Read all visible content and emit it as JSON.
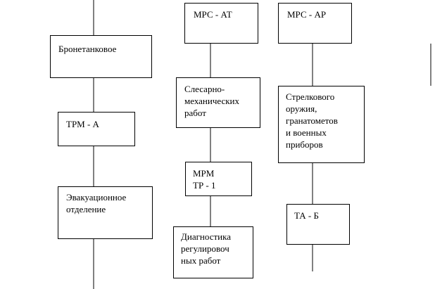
{
  "diagram": {
    "columns": [
      {
        "boxes": [
          {
            "id": "bronetank",
            "label": "Бронетанковое"
          },
          {
            "id": "trm-a",
            "label": "ТРМ - А"
          },
          {
            "id": "evak",
            "label": "Эвакуационное\nотделение"
          }
        ]
      },
      {
        "boxes": [
          {
            "id": "mrs-at",
            "label": "МРС - АТ"
          },
          {
            "id": "slesarno",
            "label": "Слесарно-\nмеханических\nработ"
          },
          {
            "id": "mrm",
            "label": "МРМ\nТР - 1"
          },
          {
            "id": "diagnostika",
            "label": "Диагностика\nрегулировоч\nных работ"
          }
        ]
      },
      {
        "boxes": [
          {
            "id": "mrs-ar",
            "label": "МРС - АР"
          },
          {
            "id": "strelk",
            "label": "Стрелкового\nоружия,\nгранатометов\nи военных\nприборов"
          },
          {
            "id": "ta-b",
            "label": "ТА - Б"
          }
        ]
      }
    ],
    "line_color": "#000000",
    "box_border_color": "#000000",
    "background_color": "#ffffff"
  }
}
